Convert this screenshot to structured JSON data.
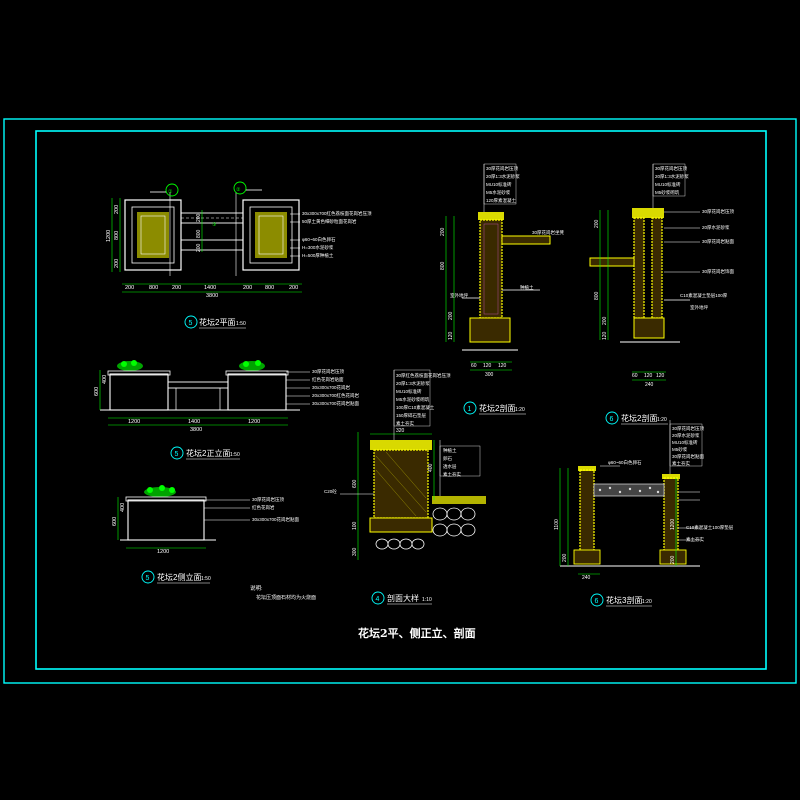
{
  "drawing": {
    "title": "花坛2平、侧正立、剖面",
    "colors": {
      "background": "#000000",
      "frame": "#00ffff",
      "linework": "#ffffff",
      "dim": "#00ff00",
      "fill": "#ffff00",
      "hatch": "#ff66ff"
    },
    "views": {
      "plan": {
        "number": "5",
        "label": "花坛2平面",
        "scale": "1:50",
        "dims_bottom": [
          "200",
          "800",
          "200",
          "1400",
          "200",
          "800",
          "200"
        ],
        "dim_total": "3800",
        "dims_left": [
          "1200",
          "200",
          "800",
          "200"
        ],
        "dims_mid": [
          "200",
          "800",
          "200"
        ],
        "callout_a": "①",
        "callout_b": "②",
        "callout_c": "③",
        "notes": [
          "30x300x700红色荔枝面花岗岩压顶",
          "50厚土黄色细砂粒面花岗岩",
          "φ60~60白色卵石",
          "H=300水泥砂浆",
          "H=500厚种植土"
        ]
      },
      "front": {
        "number": "5",
        "label": "花坛2正立面",
        "scale": "1:50",
        "dims_bottom": [
          "1200",
          "1400",
          "1200"
        ],
        "dim_total": "3800",
        "dims_left": [
          "600",
          "400"
        ],
        "notes": [
          "30厚花岗岩压顶",
          "红色花岗岩贴面",
          "30x300x700花岗岩",
          "20x300x700红色花岗岩",
          "30x300x700花岗岩贴面"
        ]
      },
      "side": {
        "number": "5",
        "label": "花坛2侧立面",
        "scale": "1:50",
        "dims_bottom": [
          "1200"
        ],
        "dims_left": [
          "600",
          "400"
        ],
        "notes": [
          "30厚花岗岩压顶",
          "红色花岗岩",
          "30x300x700花岗岩贴面"
        ]
      },
      "section1": {
        "number": "1",
        "label": "花坛2剖面",
        "scale": "1:20",
        "dims_left": [
          "200",
          "800",
          "200",
          "120"
        ],
        "dims_bottom": [
          "60",
          "120",
          "120"
        ],
        "dim_total": "300",
        "notes_top": [
          "30厚花岗岩压顶",
          "20厚1:3水泥砂浆",
          "MU10标准砖",
          "M5水泥砂浆",
          "120厚素混凝土"
        ],
        "note_bench": "30厚花岗岩坐凳",
        "note_left": "室外地坪",
        "note_right": "种植土"
      },
      "section2": {
        "number": "6",
        "label": "花坛2剖面",
        "scale": "1:20",
        "dims_left": [
          "200",
          "800",
          "200",
          "120"
        ],
        "dims_bottom": [
          "60",
          "120",
          "120"
        ],
        "dim_total": "240",
        "notes_top": [
          "30厚花岗岩压顶",
          "20厚1:3水泥砂浆",
          "MU10标准砖",
          "M5砂浆砌筑"
        ],
        "notes_right": [
          "30厚花岗岩压顶",
          "20厚水泥砂浆",
          "30厚花岗岩贴面",
          "30厚花岗岩饰面"
        ],
        "note_bottom": "C10素混凝土垫层100厚",
        "note_ground": "室外地坪"
      },
      "detail": {
        "number": "4",
        "label": "剖面大样",
        "scale": "1:10",
        "dims_top": [
          "320"
        ],
        "dims_left": [
          "600",
          "100",
          "300"
        ],
        "dims_right": [
          "400"
        ],
        "notes": [
          "30厚红色荔枝面花岗岩压顶",
          "20厚1:3水泥砂浆",
          "MU10标准砖",
          "M5水泥砂浆砌筑",
          "100厚C10素混凝土",
          "150厚碎石垫层",
          "素土夯实"
        ],
        "notes_right": [
          "种植土",
          "卵石",
          "透水层",
          "素土夯实"
        ],
        "note_left": "C20砼"
      },
      "section3": {
        "number": "6",
        "label": "花坛3剖面",
        "scale": "1:20",
        "dims_left": [
          "1100",
          "200"
        ],
        "dims_right": [
          "1200",
          "200"
        ],
        "dims_bottom": [
          "240"
        ],
        "note_top": "φ60~60白色卵石",
        "notes_right": [
          "30厚花岗岩压顶",
          "20厚水泥砂浆",
          "MU10标准砖",
          "M5砂浆",
          "30厚花岗岩贴面",
          "素土夯实"
        ],
        "note_mid": "C10素混凝土100厚垫层",
        "note_low": "素土夯实"
      }
    },
    "general_notes": {
      "heading": "说明:",
      "line": "花坛压顶面石材均为火烧面"
    }
  }
}
